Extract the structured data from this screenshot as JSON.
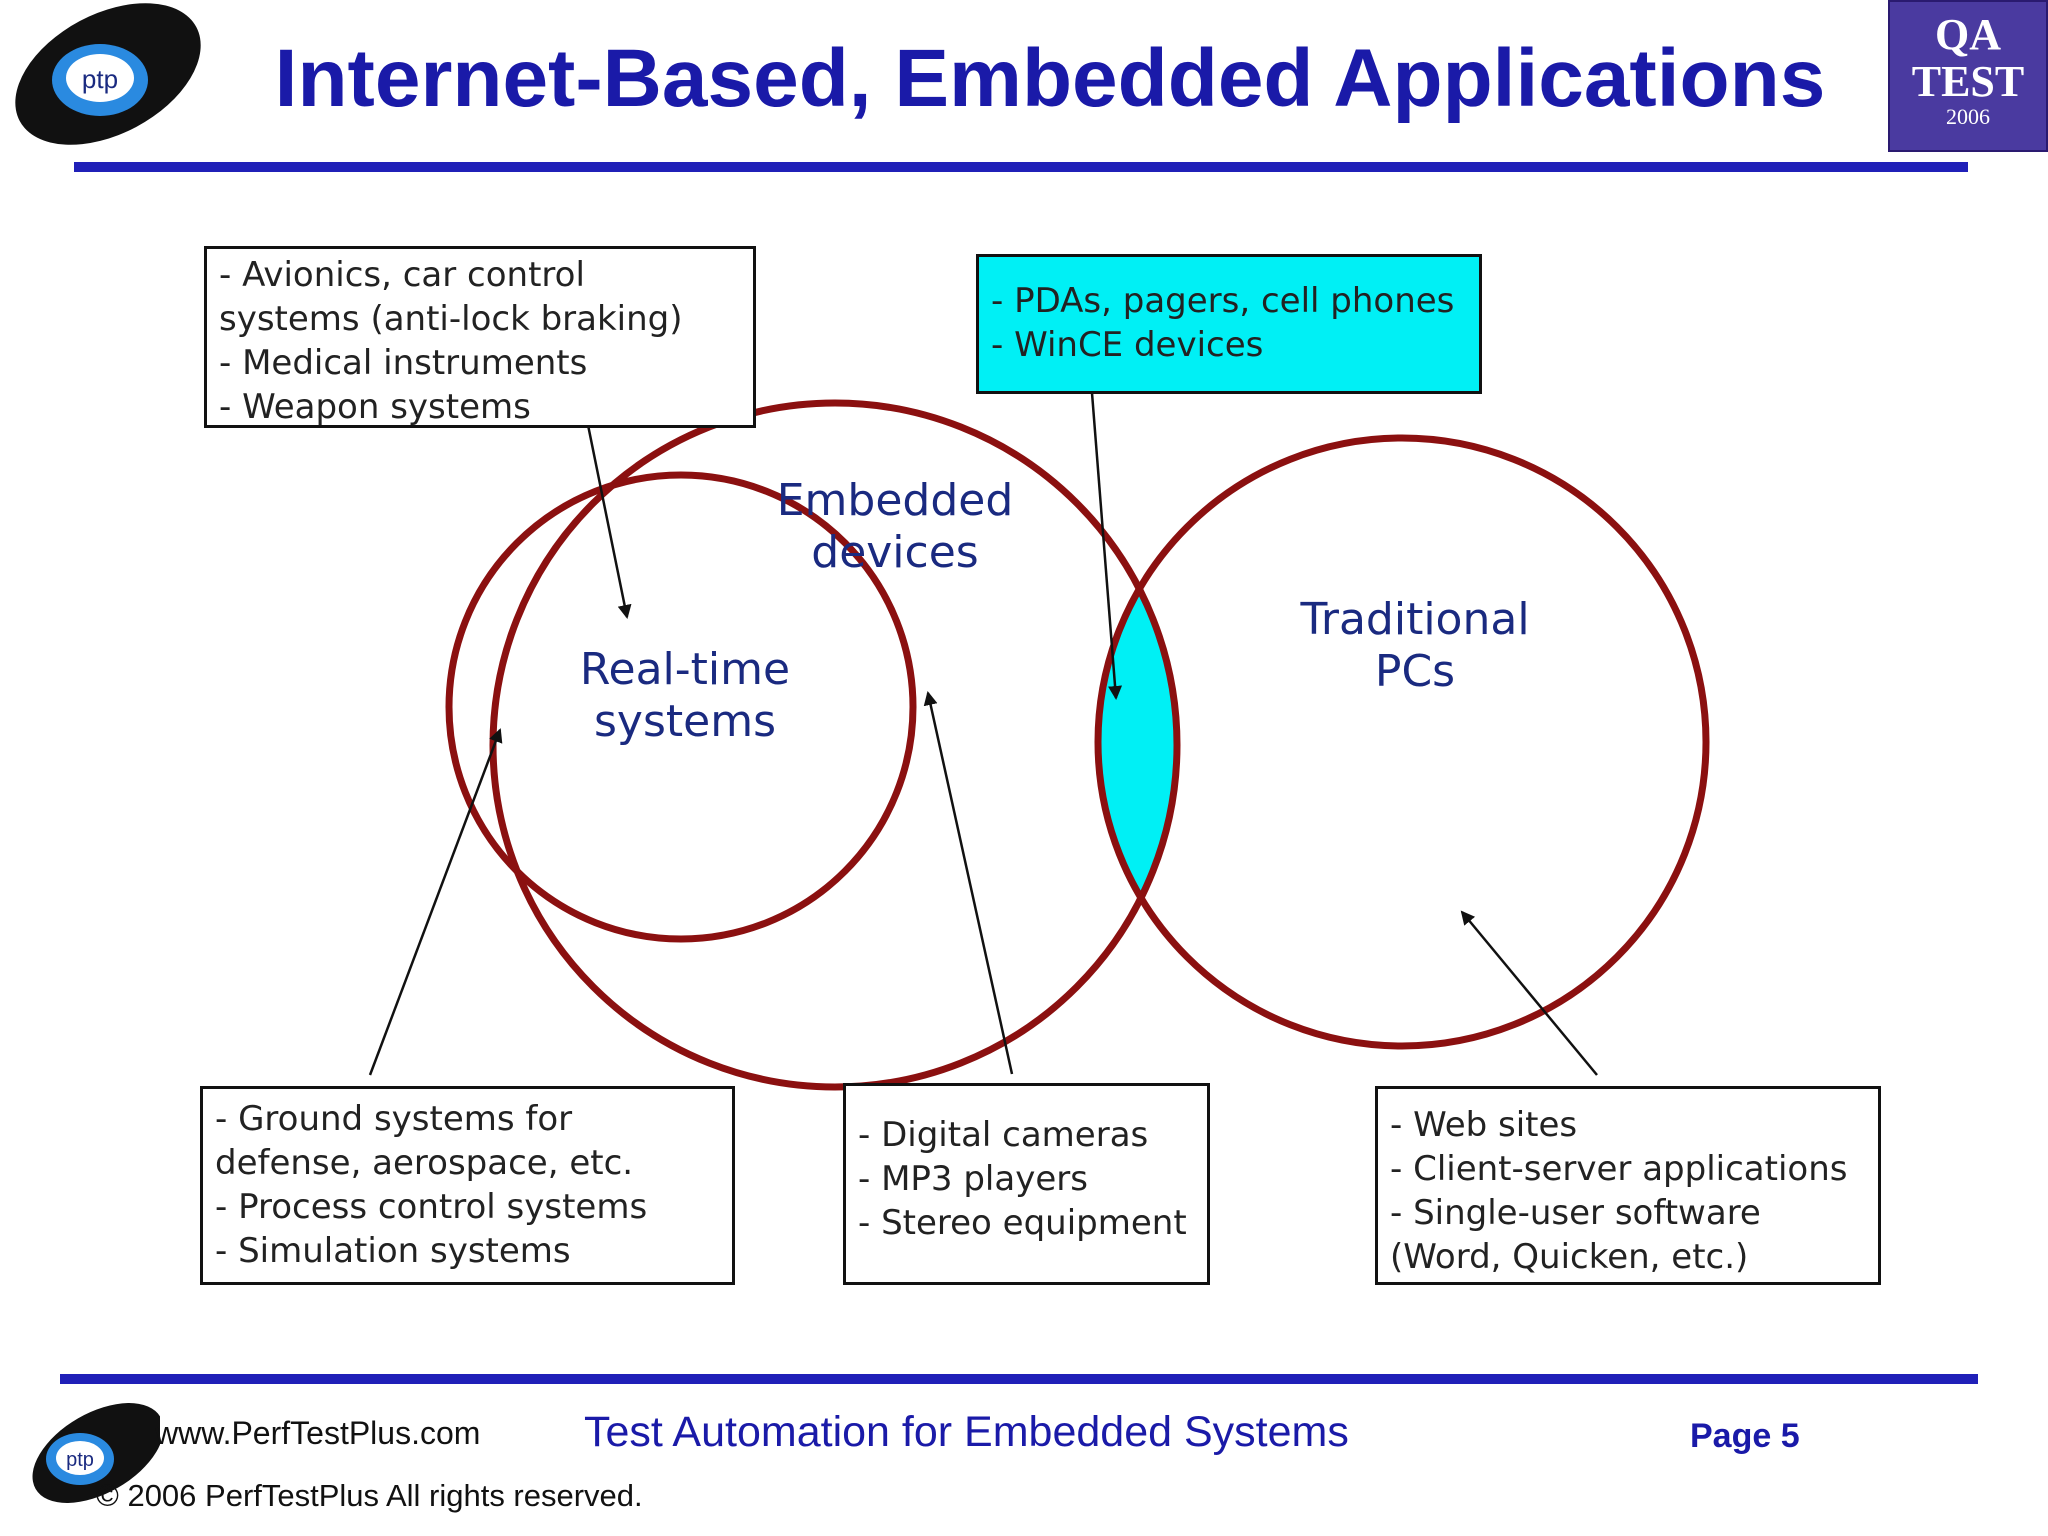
{
  "header": {
    "title": "Internet-Based, Embedded Applications",
    "logo_text": "ptp",
    "badge": {
      "line1": "QA",
      "line2": "TEST",
      "year": "2006"
    }
  },
  "diagram": {
    "circles": {
      "realtime": "Real-time systems",
      "realtime_l1": "Real-time",
      "realtime_l2": "systems",
      "embedded_l1": "Embedded",
      "embedded_l2": "devices",
      "pcs_l1": "Traditional",
      "pcs_l2": "PCs"
    },
    "boxes": {
      "top_left": [
        "- Avionics, car control",
        "systems (anti-lock braking)",
        "- Medical instruments",
        "- Weapon systems"
      ],
      "top_right": [
        "- PDAs, pagers, cell phones",
        "- WinCE devices"
      ],
      "bottom_left": [
        "- Ground systems for",
        "defense, aerospace, etc.",
        "- Process control systems",
        "- Simulation systems"
      ],
      "bottom_mid": [
        "- Digital cameras",
        "- MP3 players",
        "- Stereo equipment"
      ],
      "bottom_right": [
        "- Web sites",
        "- Client-server applications",
        "- Single-user software",
        "(Word, Quicken, etc.)"
      ]
    },
    "colors": {
      "circle": "#8b1010",
      "highlight": "#00f0f5",
      "label": "#1a2a80"
    }
  },
  "footer": {
    "url": "www.PerfTestPlus.com",
    "course": "Test Automation for Embedded Systems",
    "page": "Page 5",
    "copyright": "© 2006 PerfTestPlus All rights reserved.",
    "logo_text": "ptp"
  }
}
